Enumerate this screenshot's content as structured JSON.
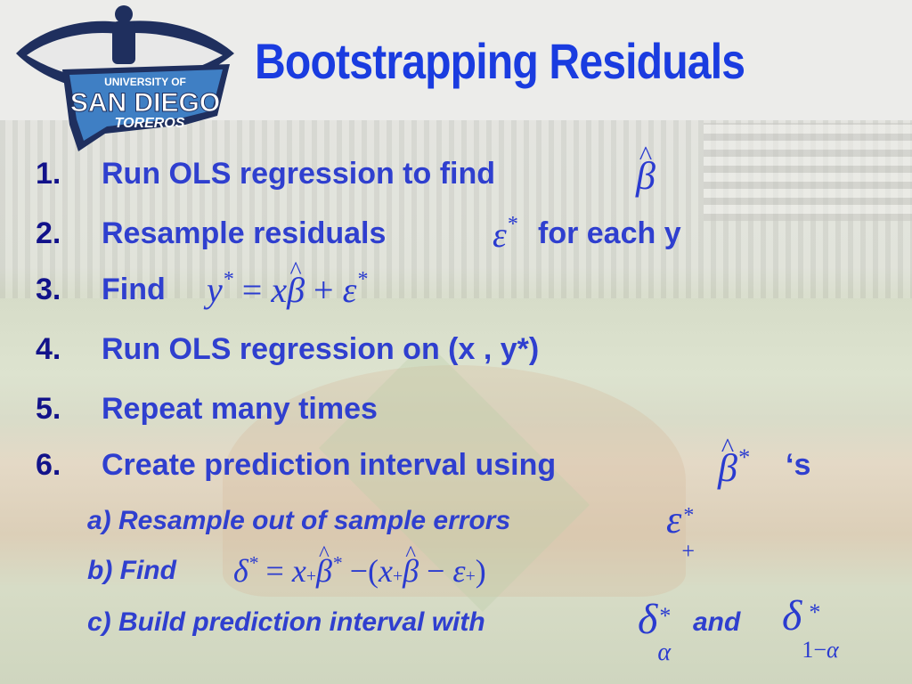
{
  "title": "Bootstrapping Residuals",
  "logo": {
    "top_text": "UNIVERSITY OF",
    "main_text": "SAN DIEGO",
    "bottom_text": "TOREROS"
  },
  "steps": [
    {
      "num": "1.",
      "text": "Run OLS regression to find"
    },
    {
      "num": "2.",
      "text_before": "Resample residuals",
      "text_after": "for each y"
    },
    {
      "num": "3.",
      "text": "Find"
    },
    {
      "num": "4.",
      "text": "Run OLS regression on (x , y*)"
    },
    {
      "num": "5.",
      "text": "Repeat many times"
    },
    {
      "num": "6.",
      "text": "Create prediction interval using",
      "text_after": "‘s"
    }
  ],
  "substeps": [
    {
      "text": "a) Resample out of sample errors"
    },
    {
      "text": "b) Find"
    },
    {
      "text_before": "c) Build prediction interval with",
      "text_mid": "and"
    }
  ],
  "colors": {
    "title": "#1a3ce0",
    "text": "#2f3fcf",
    "numbers": "#12128a",
    "math": "#2a3bd0"
  }
}
